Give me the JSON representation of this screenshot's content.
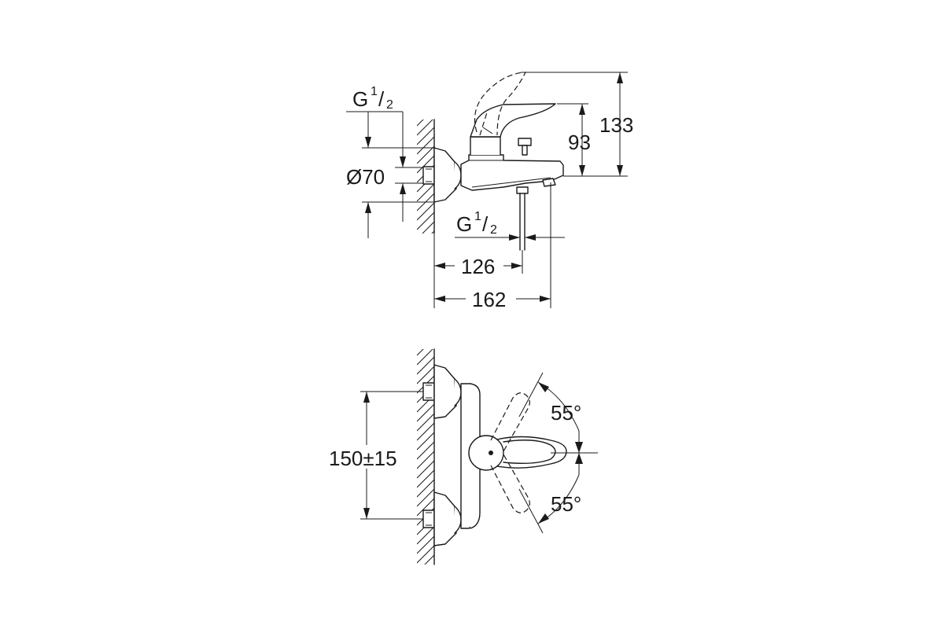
{
  "dimensions": {
    "inlet_thread_top": {
      "g": "G",
      "num": "1",
      "den": "2"
    },
    "flange_diameter": "Ø70",
    "spout_height": "93",
    "total_height": "133",
    "outlet_thread": {
      "g": "G",
      "num": "1",
      "den": "2"
    },
    "outlet_distance": "126",
    "total_depth": "162",
    "inlet_spacing": "150±15",
    "lever_angle_up": "55°",
    "lever_angle_down": "55°"
  }
}
